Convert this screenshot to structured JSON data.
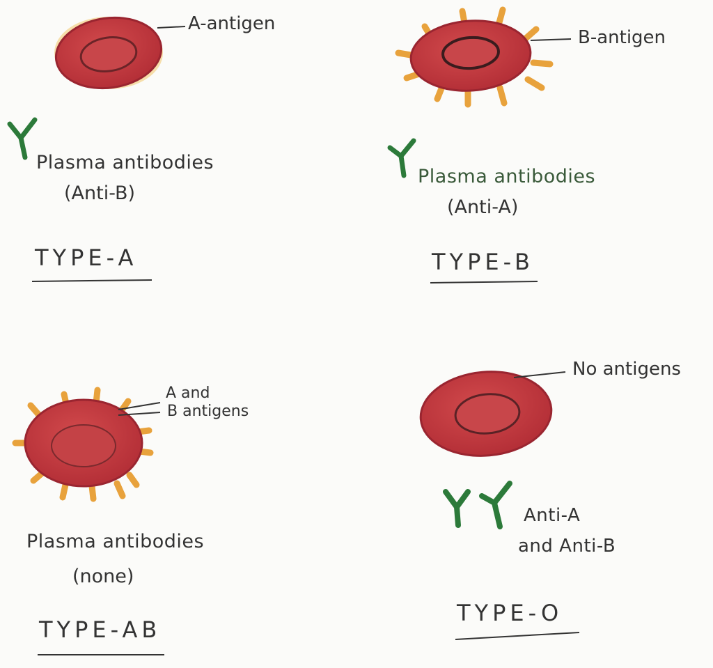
{
  "panels": [
    {
      "id": "type-a",
      "antigen_label": "A-antigen",
      "antibody_label": "Plasma antibodies",
      "antibody_detail": "(Anti-B)",
      "type_label": "TYPE-A"
    },
    {
      "id": "type-b",
      "antigen_label": "B-antigen",
      "antibody_label": "Plasma antibodies",
      "antibody_detail": "(Anti-A)",
      "type_label": "TYPE-B"
    },
    {
      "id": "type-ab",
      "antigen_label_line1": "A and",
      "antigen_label_line2": "B antigens",
      "antibody_label": "Plasma antibodies",
      "antibody_detail": "(none)",
      "type_label": "TYPE-AB"
    },
    {
      "id": "type-o",
      "antigen_label": "No antigens",
      "antibody_label_line1": "Anti-A",
      "antibody_label_line2": "and Anti-B",
      "type_label": "TYPE-O"
    }
  ],
  "colors": {
    "cell_fill": "#c83a3f",
    "cell_stroke": "#9a2530",
    "nucleus_stroke": "#5a2226",
    "antigen_spike": "#e8a23c",
    "antibody": "#2c7a3a",
    "ink": "#333333"
  }
}
